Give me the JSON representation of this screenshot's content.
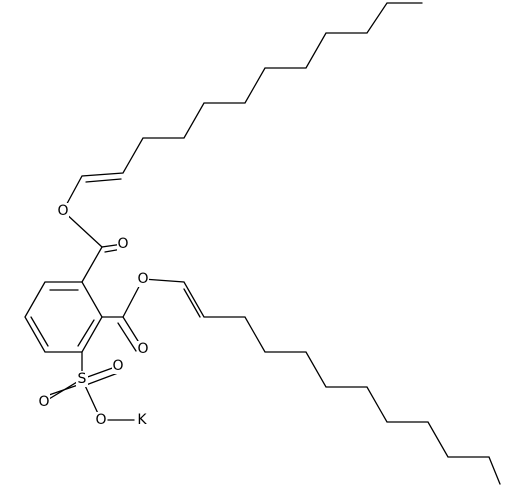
{
  "molecule": {
    "atoms": {
      "o_upper_ester": "O",
      "o_upper_carbonyl": "O",
      "o_lower_ester": "O",
      "o_lower_carbonyl": "O",
      "s_sulfonyl": "S",
      "o_sulfonyl_right": "O",
      "o_sulfonyl_left": "O",
      "o_sulfonate": "O",
      "k_counterion": "K"
    }
  }
}
